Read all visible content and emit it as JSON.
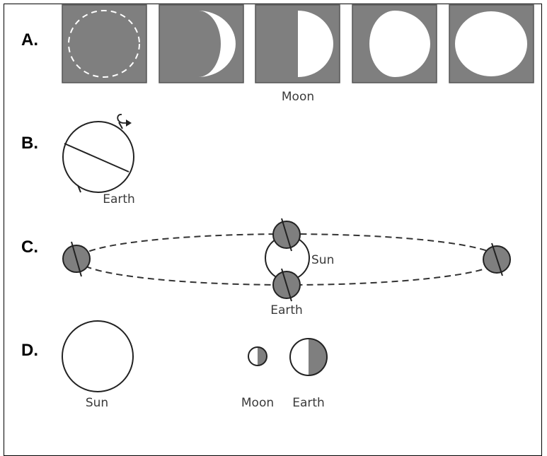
{
  "rows": {
    "a": {
      "label": "A.",
      "caption": "Moon"
    },
    "b": {
      "label": "B.",
      "caption": "Earth"
    },
    "c": {
      "label": "C.",
      "sun_caption": "Sun",
      "earth_caption": "Earth"
    },
    "d": {
      "label": "D.",
      "sun_caption": "Sun",
      "moon_caption": "Moon",
      "earth_caption": "Earth"
    }
  },
  "colors": {
    "shade": "#7f7f7f",
    "lit": "#ffffff",
    "line": "#222222"
  },
  "moon_phases": [
    "new-moon",
    "waxing-crescent",
    "first-quarter",
    "waxing-gibbous",
    "full-moon"
  ]
}
